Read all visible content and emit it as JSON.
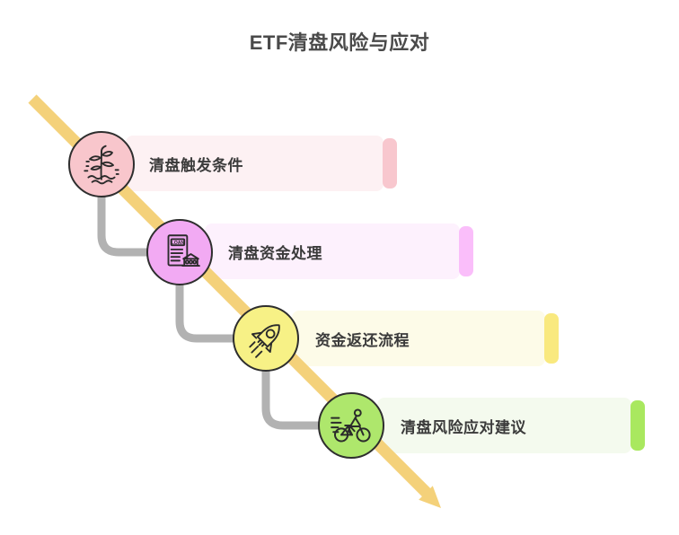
{
  "title": "ETF清盘风险与应对",
  "arrow": {
    "name": "diagonal-flow-arrow",
    "color": "#f4d17a",
    "direction": "top-left-to-bottom-right"
  },
  "connector": {
    "color": "#b2b2b2",
    "style": "rounded-elbow"
  },
  "text_colors": {
    "title": "#4a4a4a",
    "label": "#3b3b3b"
  },
  "steps": [
    {
      "label": "清盘触发条件",
      "icon": "plant-sprout-icon",
      "colors": {
        "circle": "#f8c6cc",
        "bar": "#fdf1f3",
        "cap": "#f8c7ce"
      }
    },
    {
      "label": "清盘资金处理",
      "icon": "loan-document-bank-icon",
      "colors": {
        "circle": "#f2aaf3",
        "bar": "#fdf1fd",
        "cap": "#fabefa"
      }
    },
    {
      "label": "资金返还流程",
      "icon": "rocket-icon",
      "colors": {
        "circle": "#f7f186",
        "bar": "#fdfbe8",
        "cap": "#f9e97f"
      }
    },
    {
      "label": "清盘风险应对建议",
      "icon": "cyclist-icon",
      "colors": {
        "circle": "#aee76c",
        "bar": "#f4faee",
        "cap": "#a9e85f"
      }
    }
  ]
}
